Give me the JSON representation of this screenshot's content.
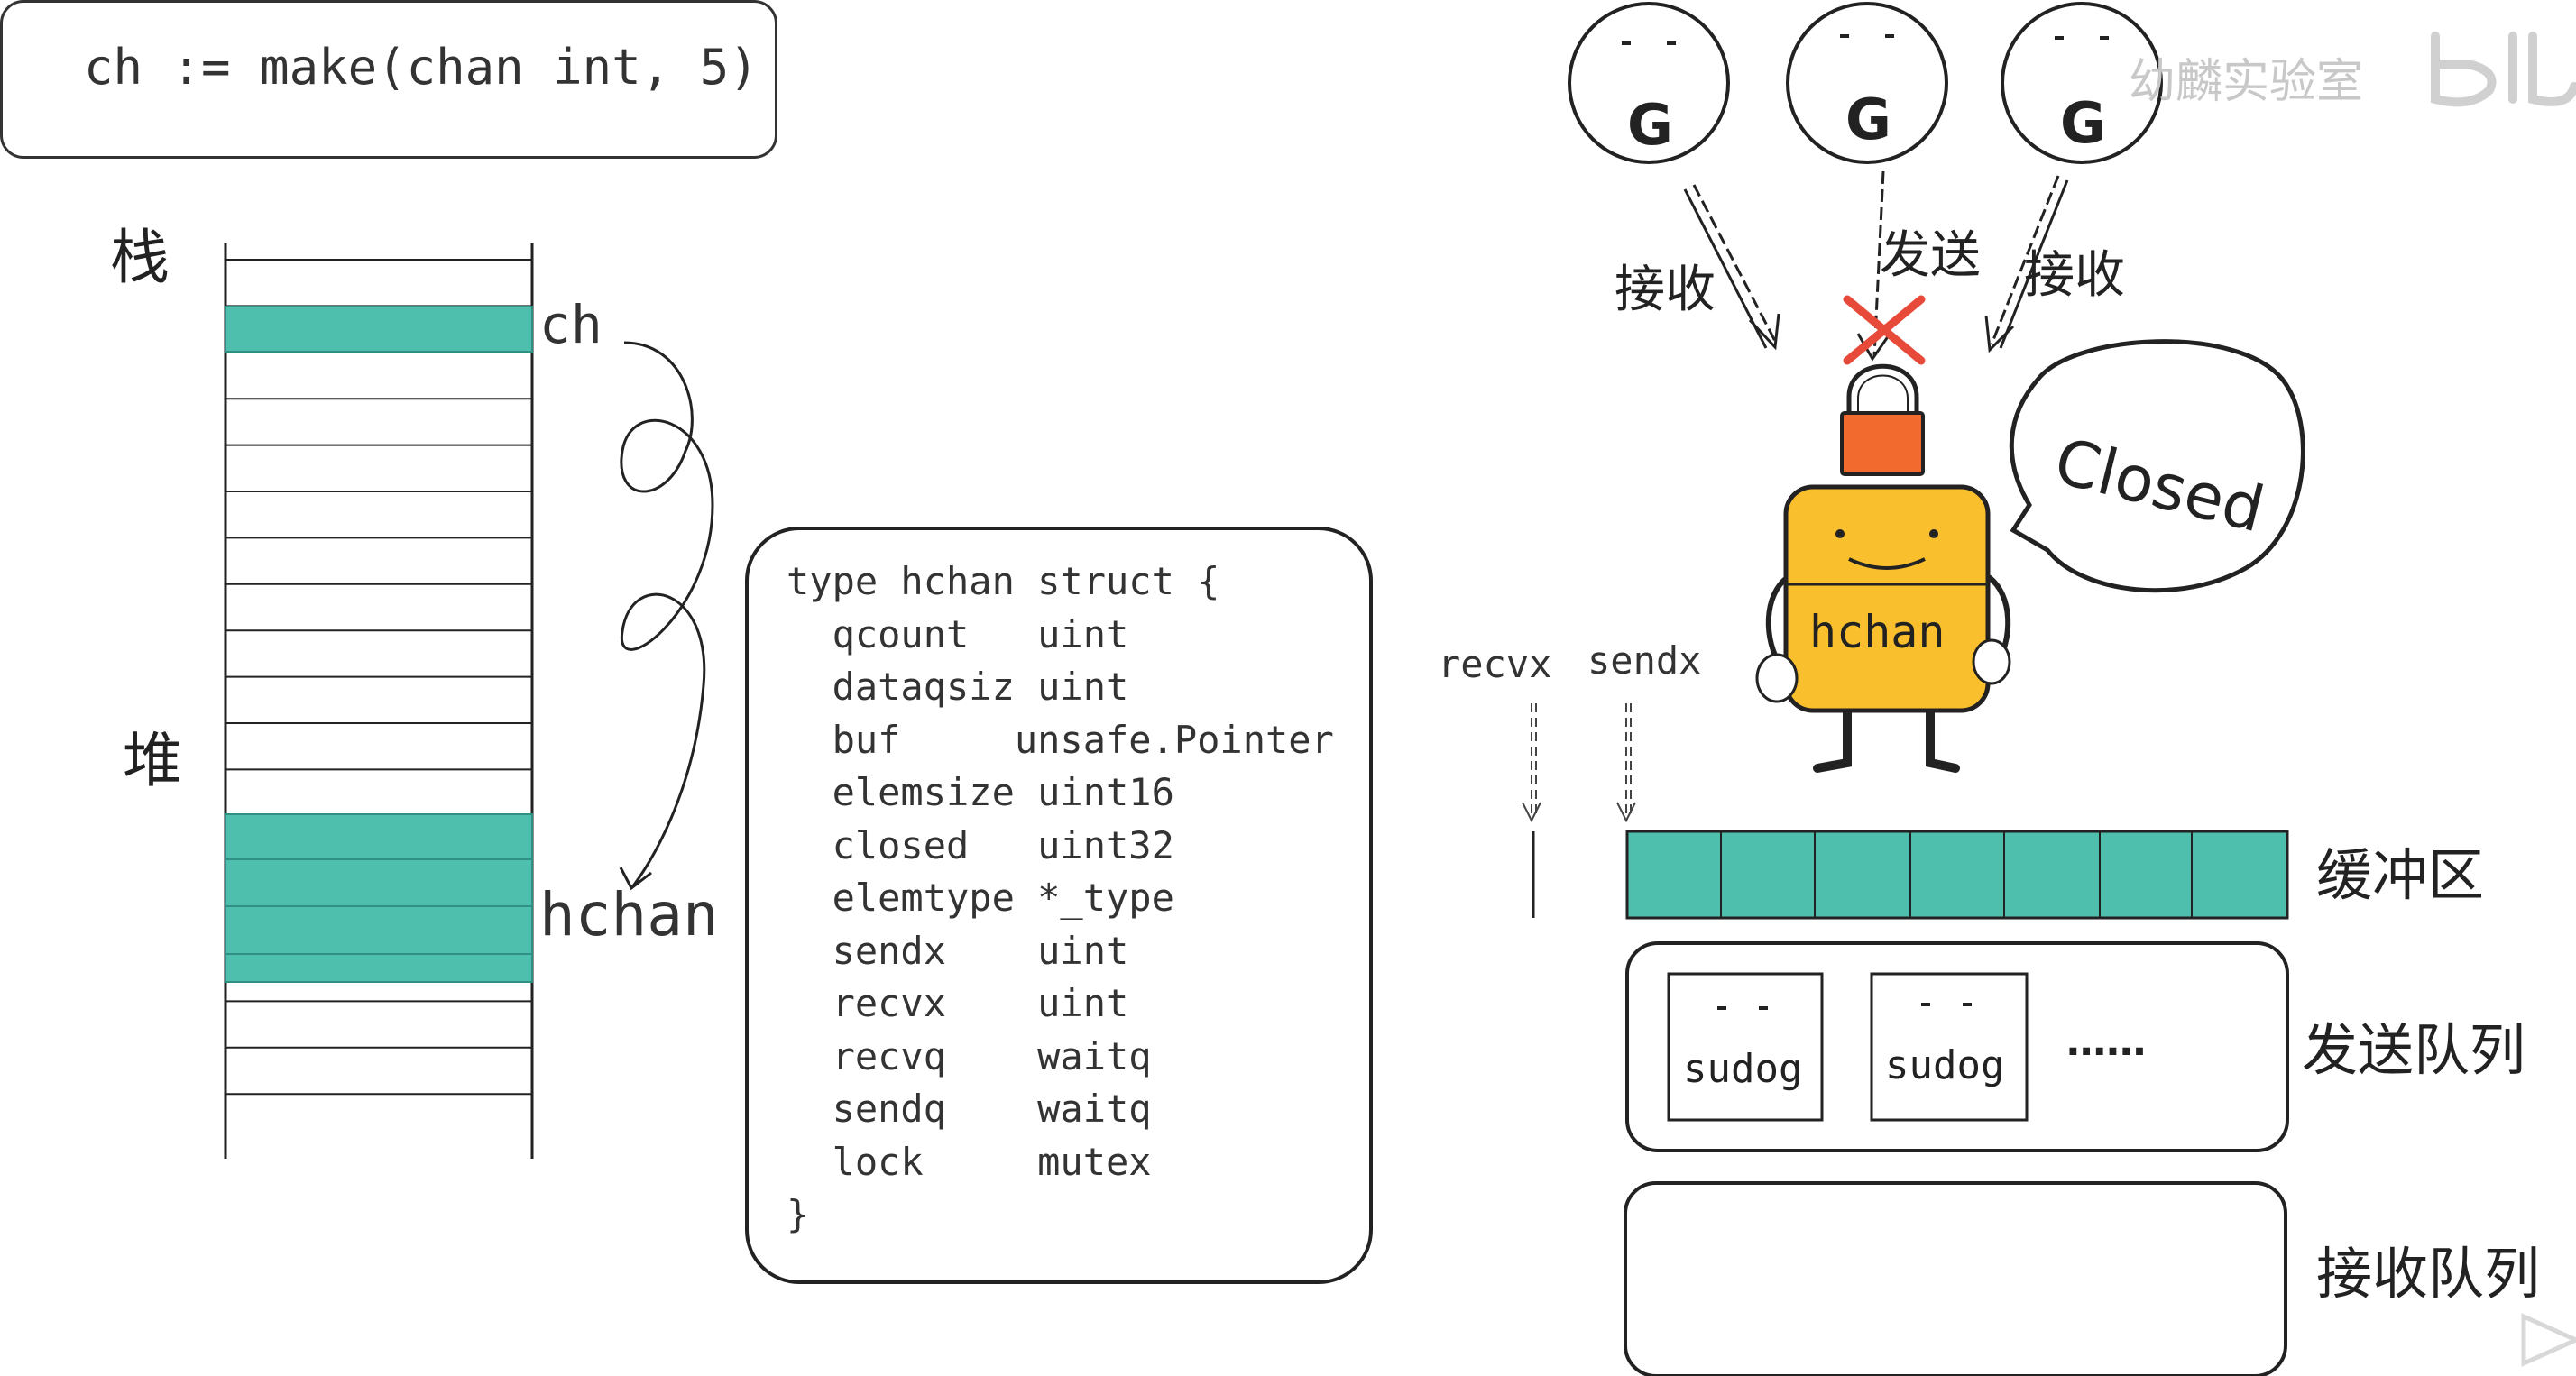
{
  "header": {
    "code": "ch := make(chan int, 5)"
  },
  "memory": {
    "stack_label": "栈",
    "heap_label": "堆",
    "ch_label": "ch",
    "hchan_label": "hchan"
  },
  "struct": {
    "lines": [
      "type hchan struct {",
      "  qcount   uint",
      "  dataqsiz uint",
      "  buf     unsafe.Pointer",
      "  elemsize uint16",
      "  closed   uint32",
      "  elemtype *_type",
      "  sendx    uint",
      "  recvx    uint",
      "  recvq    waitq",
      "  sendq    waitq",
      "  lock     mutex",
      "}"
    ]
  },
  "scene": {
    "goroutine_letter": "G",
    "recv_left_label": "接收",
    "send_label": "发送",
    "recv_right_label": "接收",
    "closed_bubble": "Closed",
    "hchan_body_label": "hchan",
    "recvx_label": "recvx",
    "sendx_label": "sendx",
    "buffer_label": "缓冲区",
    "send_queue_label": "发送队列",
    "recv_queue_label": "接收队列",
    "sudog_label": "sudog",
    "ellipsis": "......"
  },
  "watermark": {
    "text": "幼麟实验室",
    "logo": "bilibili"
  },
  "colors": {
    "teal": "#4fbfad",
    "lock_orange": "#f26a2e",
    "body_yellow": "#f9bf2c",
    "cross_red": "#e84a3a"
  }
}
